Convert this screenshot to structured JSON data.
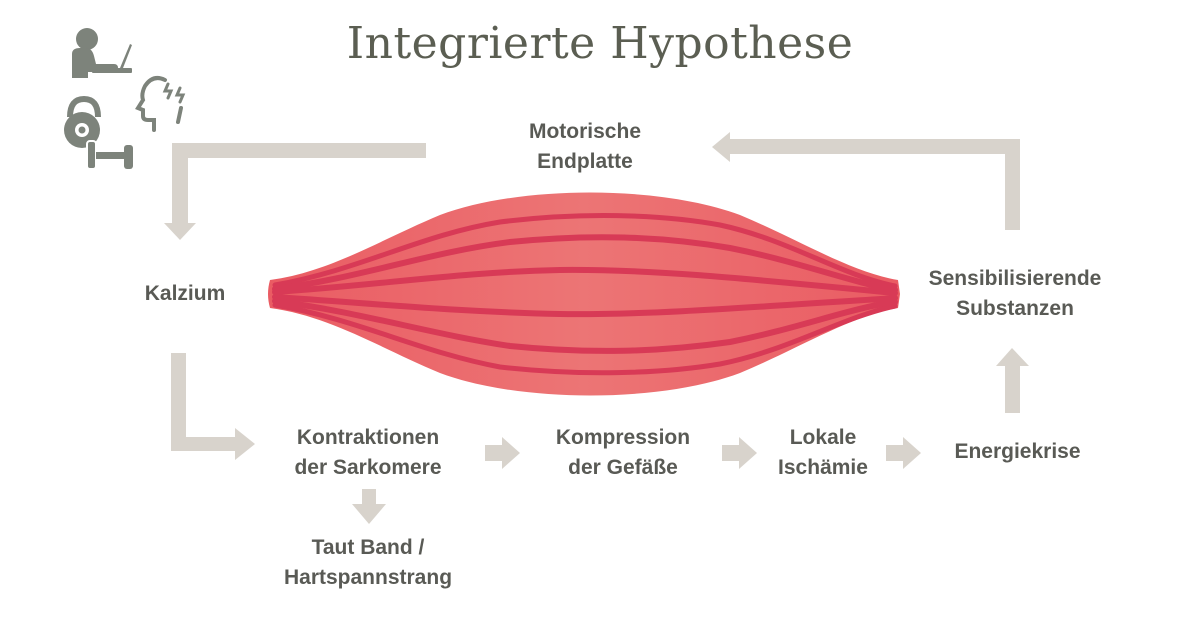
{
  "title": "Integrierte Hypothese",
  "colors": {
    "title": "#5b5e52",
    "text": "#595a55",
    "arrow": "#d8d3cc",
    "muscle": "#ea6d6f",
    "fiber": "#d83a56",
    "icons": "#7d837b"
  },
  "icons": [
    "person-at-laptop-icon",
    "head-with-lightning-icon",
    "kettlebell-icon",
    "dumbbell-icon"
  ],
  "nodes": {
    "motorische_endplatte": {
      "line1": "Motorische",
      "line2": "Endplatte"
    },
    "kalzium": {
      "line1": "Kalzium"
    },
    "kontraktionen": {
      "line1": "Kontraktionen",
      "line2": "der Sarkomere"
    },
    "taut_band": {
      "line1": "Taut Band /",
      "line2": "Hartspannstrang"
    },
    "kompression": {
      "line1": "Kompression",
      "line2": "der Gefäße"
    },
    "ischaemie": {
      "line1": "Lokale",
      "line2": "Ischämie"
    },
    "energiekrise": {
      "line1": "Energiekrise"
    },
    "sensibilisierende": {
      "line1": "Sensibilisierende",
      "line2": "Substanzen"
    }
  },
  "flow": [
    "Motorische Endplatte → Kalzium",
    "Kalzium → Kontraktionen der Sarkomere",
    "Kontraktionen der Sarkomere → Taut Band / Hartspannstrang",
    "Kontraktionen der Sarkomere → Kompression der Gefäße",
    "Kompression der Gefäße → Lokale Ischämie",
    "Lokale Ischämie → Energiekrise",
    "Energiekrise → Sensibilisierende Substanzen",
    "Sensibilisierende Substanzen → Motorische Endplatte"
  ]
}
